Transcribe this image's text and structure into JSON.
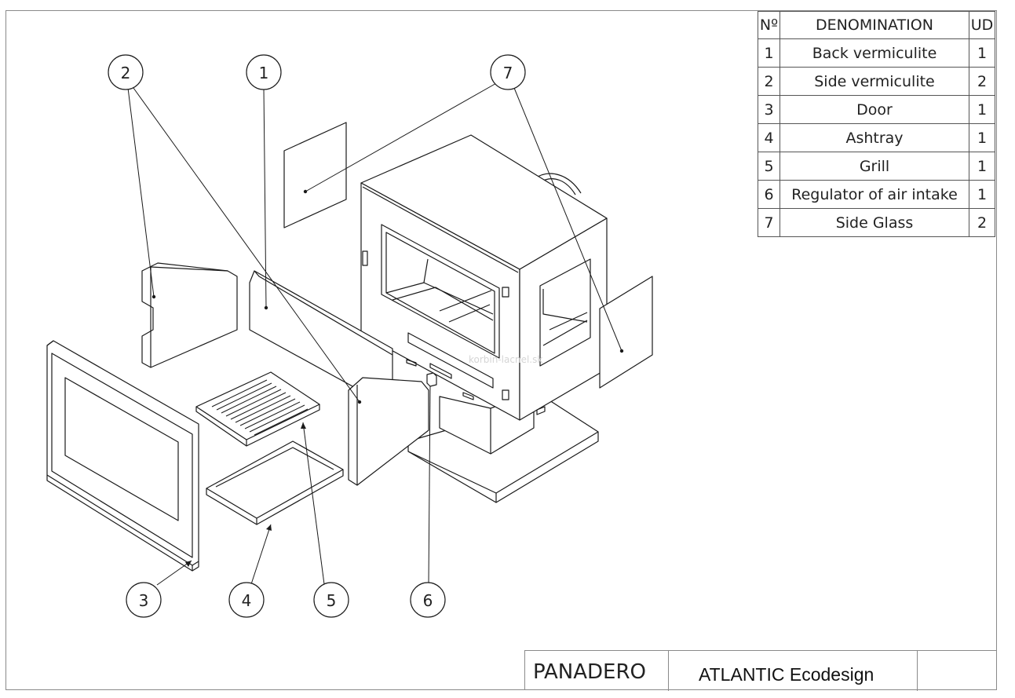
{
  "drawing": {
    "table": {
      "headers": {
        "number": "Nº",
        "denomination": "DENOMINATION",
        "quantity": "UD"
      },
      "rows": [
        {
          "number": "1",
          "denomination": "Back vermiculite",
          "quantity": "1"
        },
        {
          "number": "2",
          "denomination": "Side vermiculite",
          "quantity": "2"
        },
        {
          "number": "3",
          "denomination": "Door",
          "quantity": "1"
        },
        {
          "number": "4",
          "denomination": "Ashtray",
          "quantity": "1"
        },
        {
          "number": "5",
          "denomination": "Grill",
          "quantity": "1"
        },
        {
          "number": "6",
          "denomination": "Regulator of air intake",
          "quantity": "1"
        },
        {
          "number": "7",
          "denomination": "Side Glass",
          "quantity": "2"
        }
      ]
    },
    "callouts": [
      "2",
      "1",
      "7",
      "3",
      "4",
      "5",
      "6"
    ],
    "title_block": {
      "brand": "PANADERO",
      "model": "ATLANTIC Ecodesign"
    }
  }
}
